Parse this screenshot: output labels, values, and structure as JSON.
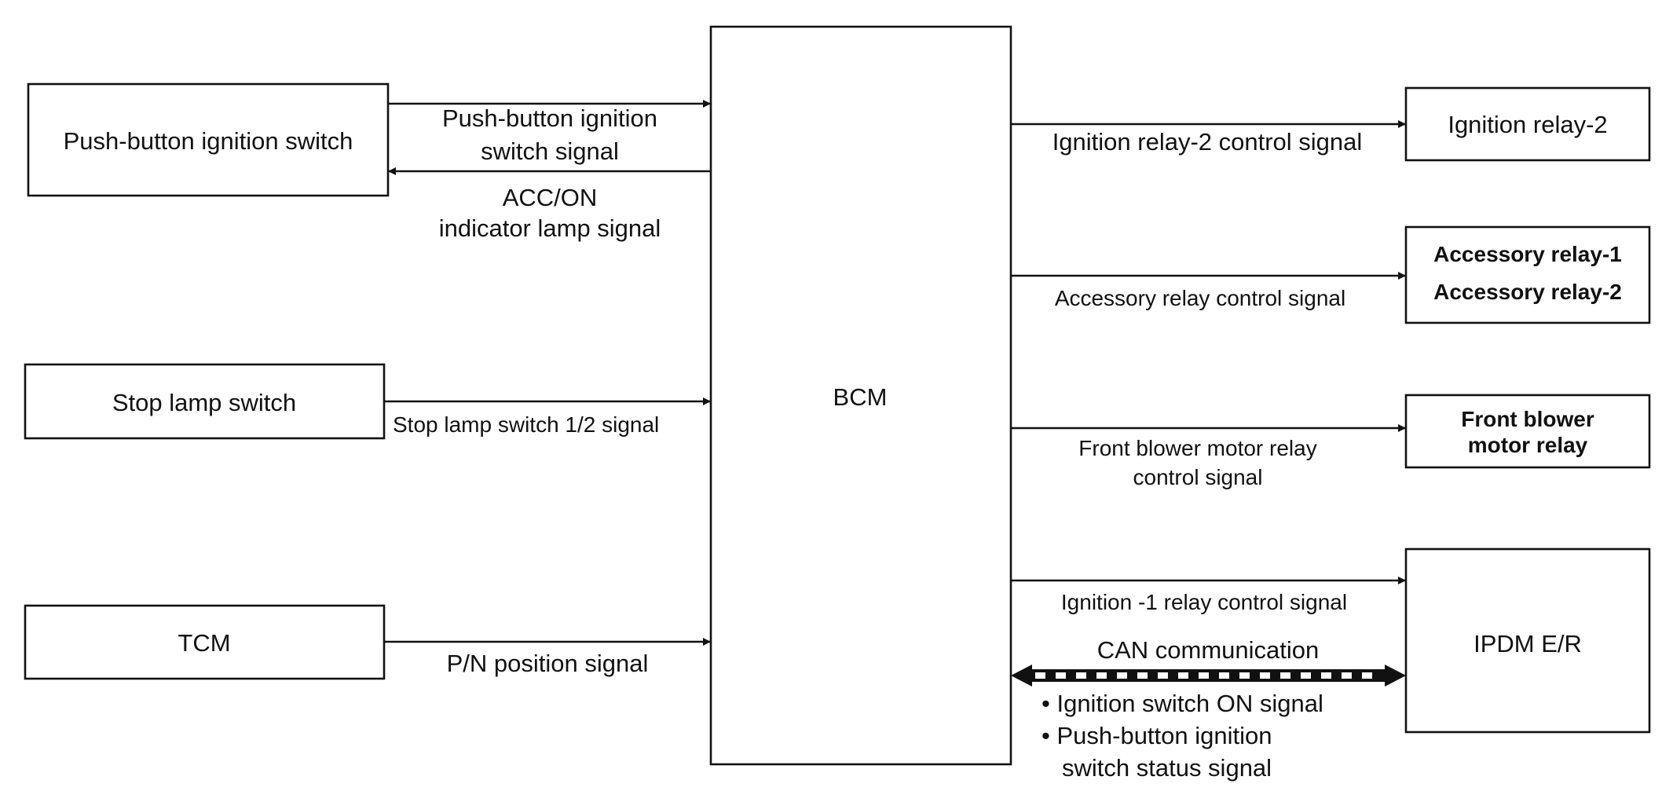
{
  "boxes": {
    "push_button_switch": "Push-button ignition switch",
    "stop_lamp_switch": "Stop lamp switch",
    "tcm": "TCM",
    "bcm": "BCM",
    "ignition_relay_2": "Ignition relay-2",
    "accessory_relay_1": "Accessory relay-1",
    "accessory_relay_2": "Accessory relay-2",
    "front_blower_line1": "Front blower",
    "front_blower_line2": "motor relay",
    "ipdm": "IPDM E/R"
  },
  "signals": {
    "push_button_signal_line1": "Push-button ignition",
    "push_button_signal_line2": "switch signal",
    "acc_on_line1": "ACC/ON",
    "acc_on_line2": "indicator lamp signal",
    "stop_lamp_signal": "Stop lamp switch 1/2 signal",
    "pn_position_signal": "P/N position signal",
    "ignition_relay_2_control": "Ignition relay-2 control signal",
    "accessory_relay_control": "Accessory relay control signal",
    "front_blower_control_line1": "Front blower motor relay",
    "front_blower_control_line2": "control signal",
    "ignition_1_relay_control": "Ignition -1 relay control signal",
    "can_communication": "CAN communication",
    "can_bullet_1": "• Ignition switch ON signal",
    "can_bullet_2_line1": "• Push-button ignition",
    "can_bullet_2_line2": "switch status signal"
  },
  "colors": {
    "line": "#111111",
    "background": "#ffffff",
    "can_bus_fill": "#111111",
    "can_bus_dash": "#ffffff"
  }
}
